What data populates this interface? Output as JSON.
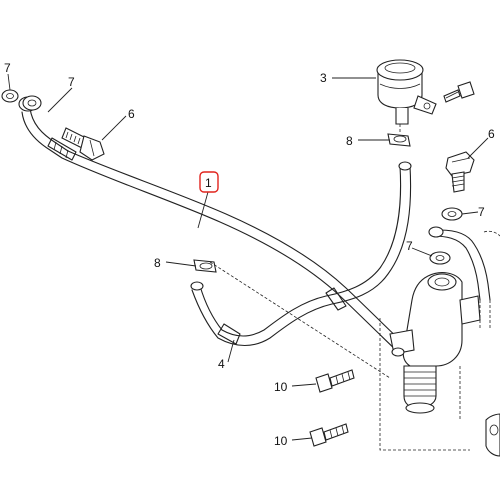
{
  "callouts": {
    "c1": "1",
    "c3": "3",
    "c4": "4",
    "c6a": "6",
    "c6b": "6",
    "c7a": "7",
    "c7b": "7",
    "c7c": "7",
    "c7d": "7",
    "c8a": "8",
    "c8b": "8",
    "c10a": "10",
    "c10b": "10"
  },
  "colors": {
    "line": "#222222",
    "highlight": "#e0231c",
    "background": "#ffffff"
  }
}
